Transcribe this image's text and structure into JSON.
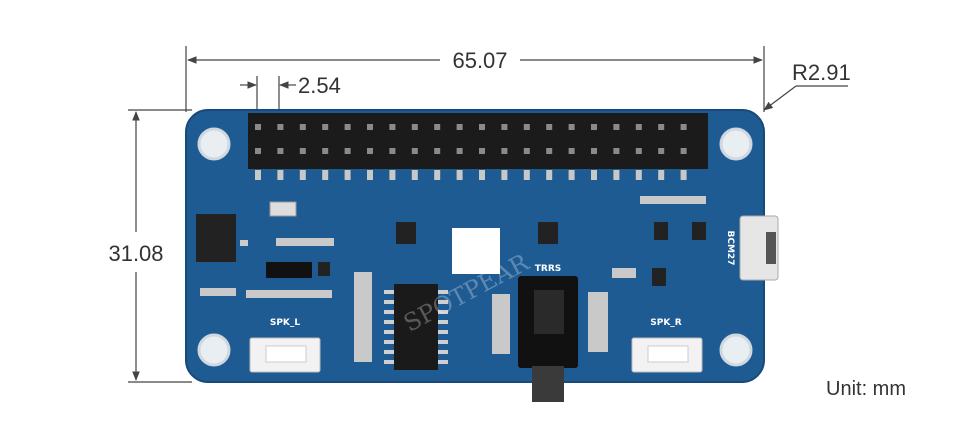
{
  "dimensions": {
    "width": "65.07",
    "pin_pitch": "2.54",
    "corner_radius": "R2.91",
    "height": "31.08"
  },
  "unit_label": "Unit: mm",
  "board": {
    "silkscreen": {
      "speaker_left": "SPK_L",
      "speaker_right": "SPK_R",
      "audio_jack": "TRRS",
      "button": "BCM27"
    },
    "watermark": "SPOTPEAR",
    "header_pins_per_row": 20
  },
  "colors": {
    "pcb": "#1f5b93",
    "pcb_edge": "#1a4f82",
    "header": "#1b1b1b",
    "dimension_line": "#444444",
    "text": "#333333"
  }
}
